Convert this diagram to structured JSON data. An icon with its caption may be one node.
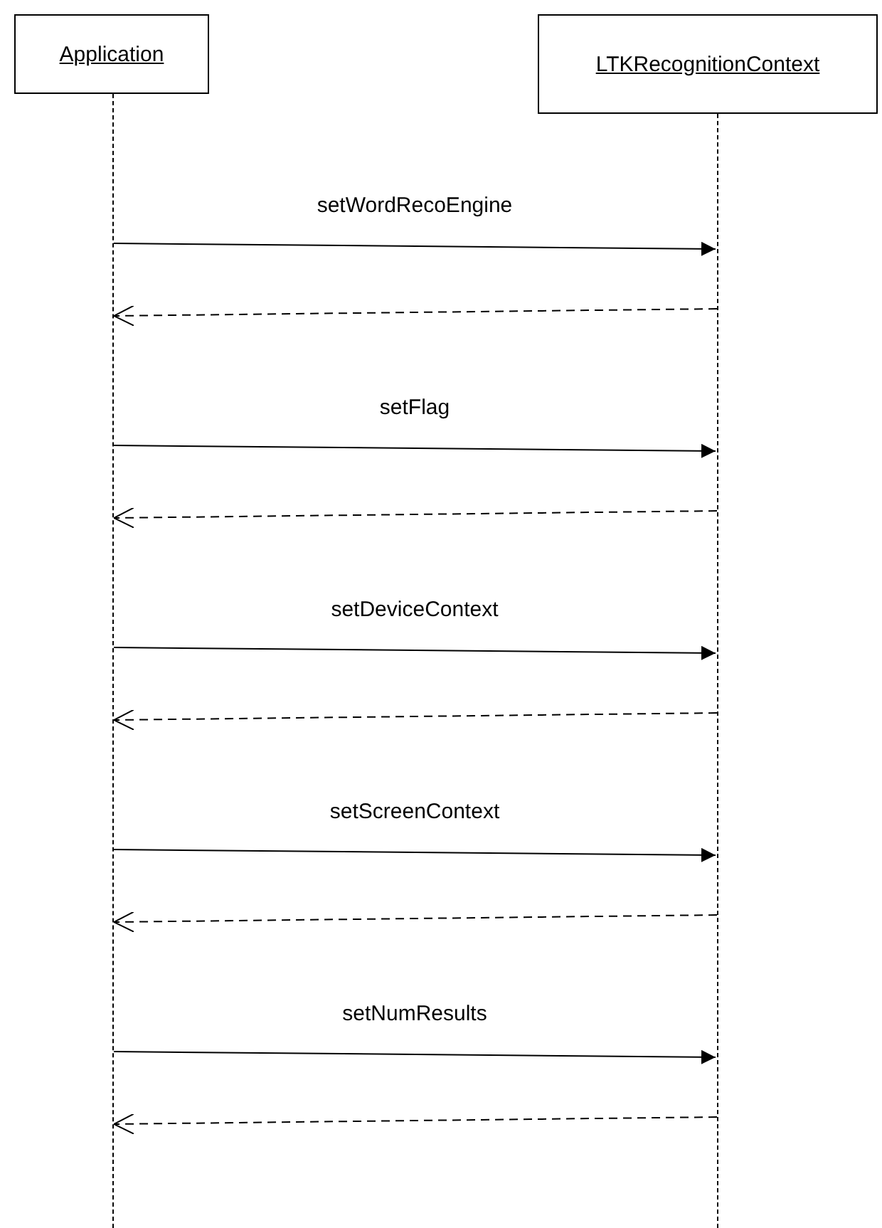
{
  "diagram": {
    "nodes": [
      {
        "text": [
          "Application"
        ]
      },
      {
        "text": [
          "LTKRecognitionContext"
        ]
      },
      {
        "text": [],
        "shape": "line"
      },
      {
        "text": [],
        "shape": "line"
      }
    ],
    "edges": [
      {
        "from": 2,
        "to": 3,
        "arrow": "to",
        "label": "setWordRecoEngine"
      },
      {
        "from": 3,
        "to": 2,
        "arrow": "to",
        "style": "dashed"
      },
      {
        "from": 2,
        "to": 3,
        "arrow": "to",
        "label": "setFlag"
      },
      {
        "from": 3,
        "to": 2,
        "arrow": "to",
        "style": "dashed"
      },
      {
        "from": 2,
        "to": 3,
        "arrow": "to",
        "label": "setDeviceContext"
      },
      {
        "from": 3,
        "to": 2,
        "arrow": "to",
        "style": "dashed"
      },
      {
        "from": 2,
        "to": 3,
        "arrow": "to",
        "label": "setScreenContext"
      },
      {
        "from": 3,
        "to": 2,
        "arrow": "to",
        "style": "dashed"
      },
      {
        "from": 2,
        "to": 3,
        "arrow": "to",
        "label": "setNumResults"
      },
      {
        "from": 3,
        "to": 2,
        "arrow": "to",
        "style": "dashed"
      }
    ]
  }
}
